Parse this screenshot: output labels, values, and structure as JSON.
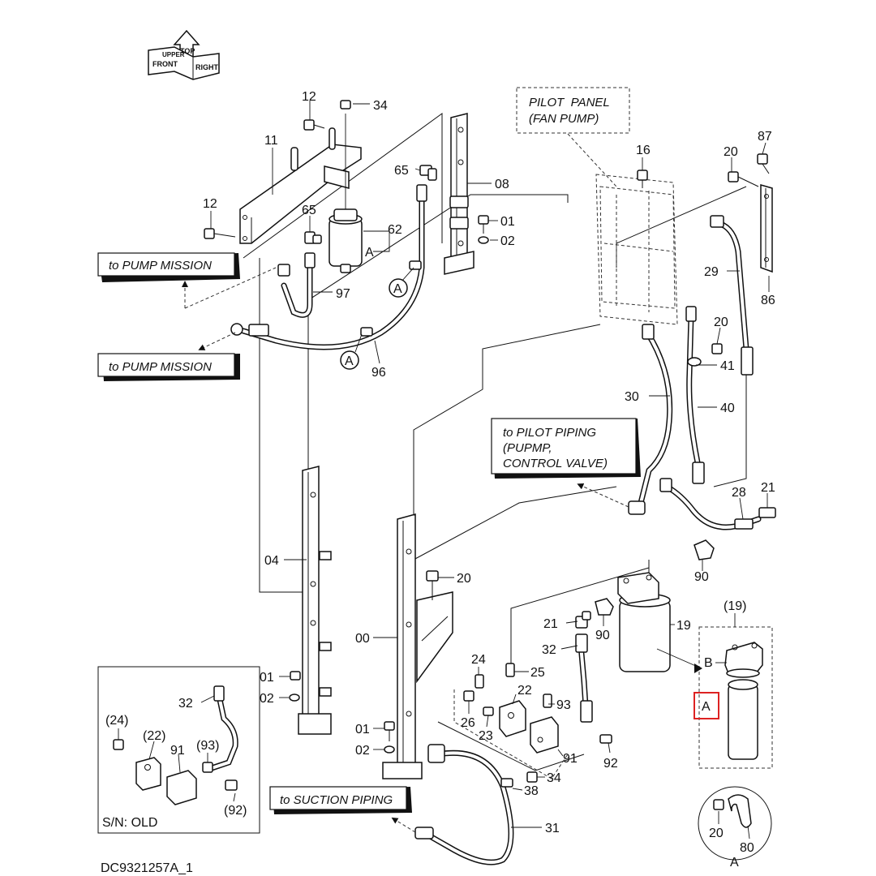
{
  "drawing_id": "DC9321257A_1",
  "orientation": {
    "front": "FRONT",
    "top": "TOP",
    "right": "RIGHT",
    "upper": "UPPER"
  },
  "captions": {
    "pilot_panel_line1": "PILOT  PANEL",
    "pilot_panel_line2": "(FAN PUMP)",
    "pump_mission_1": "to PUMP MISSION",
    "pump_mission_2": "to PUMP MISSION",
    "pilot_piping_line1": "to PILOT PIPING",
    "pilot_piping_line2": "(PUPMP,",
    "pilot_piping_line3": "CONTROL VALVE)",
    "suction_piping": "to SUCTION PIPING",
    "serial_old": "S/N: OLD"
  },
  "labels": {
    "p12a": "12",
    "p34a": "34",
    "p11": "11",
    "p65a": "65",
    "p08": "08",
    "p12b": "12",
    "p65b": "65",
    "p62": "62",
    "pA1": "A",
    "p01a": "01",
    "p02a": "02",
    "p97": "97",
    "pA2": "A",
    "pA3": "A",
    "p96": "96",
    "p16": "16",
    "p20a": "20",
    "p87": "87",
    "p29": "29",
    "p86": "86",
    "p20b": "20",
    "p41": "41",
    "p30": "30",
    "p40": "40",
    "p28": "28",
    "p21a": "21",
    "p04": "04",
    "p90a": "90",
    "p20c": "20",
    "p19": "19",
    "p19b": "(19)",
    "pB": "B",
    "pA4": "A",
    "p21b": "21",
    "p90b": "90",
    "p00": "00",
    "p32a": "32",
    "p24a": "24",
    "p25": "25",
    "p22a": "22",
    "p93a": "93",
    "p26": "26",
    "p23": "23",
    "p91a": "91",
    "p92a": "92",
    "p01b": "01",
    "p02b": "02",
    "p01c": "01",
    "p02c": "02",
    "p34b": "34",
    "p38": "38",
    "p31": "31",
    "p20d": "20",
    "p80": "80",
    "pA5": "A",
    "p32b": "32",
    "p24b": "(24)",
    "p22b": "(22)",
    "p93b": "(93)",
    "p91b": "91",
    "p92b": "(92)"
  }
}
